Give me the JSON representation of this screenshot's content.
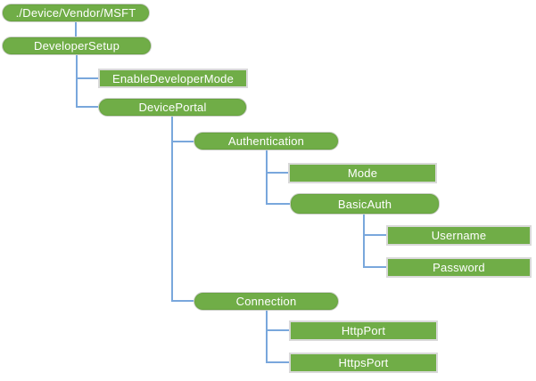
{
  "diagram": {
    "type": "tree",
    "description": "Configuration service provider node hierarchy",
    "nodes": {
      "root": {
        "label": "./Device/Vendor/MSFT",
        "shape": "rounded"
      },
      "devsetup": {
        "label": "DeveloperSetup",
        "shape": "rounded"
      },
      "enabledev": {
        "label": "EnableDeveloperMode",
        "shape": "rect"
      },
      "devportal": {
        "label": "DevicePortal",
        "shape": "rounded"
      },
      "auth": {
        "label": "Authentication",
        "shape": "rounded"
      },
      "mode": {
        "label": "Mode",
        "shape": "rect"
      },
      "basicauth": {
        "label": "BasicAuth",
        "shape": "rounded"
      },
      "username": {
        "label": "Username",
        "shape": "rect"
      },
      "password": {
        "label": "Password",
        "shape": "rect"
      },
      "connection": {
        "label": "Connection",
        "shape": "rounded"
      },
      "httpport": {
        "label": "HttpPort",
        "shape": "rect"
      },
      "httpsport": {
        "label": "HttpsPort",
        "shape": "rect"
      }
    },
    "hierarchy": {
      "./Device/Vendor/MSFT": {
        "DeveloperSetup": {
          "EnableDeveloperMode": {},
          "DevicePortal": {
            "Authentication": {
              "Mode": {},
              "BasicAuth": {
                "Username": {},
                "Password": {}
              }
            },
            "Connection": {
              "HttpPort": {},
              "HttpsPort": {}
            }
          }
        }
      }
    },
    "colors": {
      "node_fill": "#70AD47",
      "node_text": "#FFFFFF",
      "rounded_border": "#C9CEC5",
      "rect_border": "#D9D9D9",
      "connector": "#79A7DC",
      "background": "#FFFFFF"
    }
  }
}
